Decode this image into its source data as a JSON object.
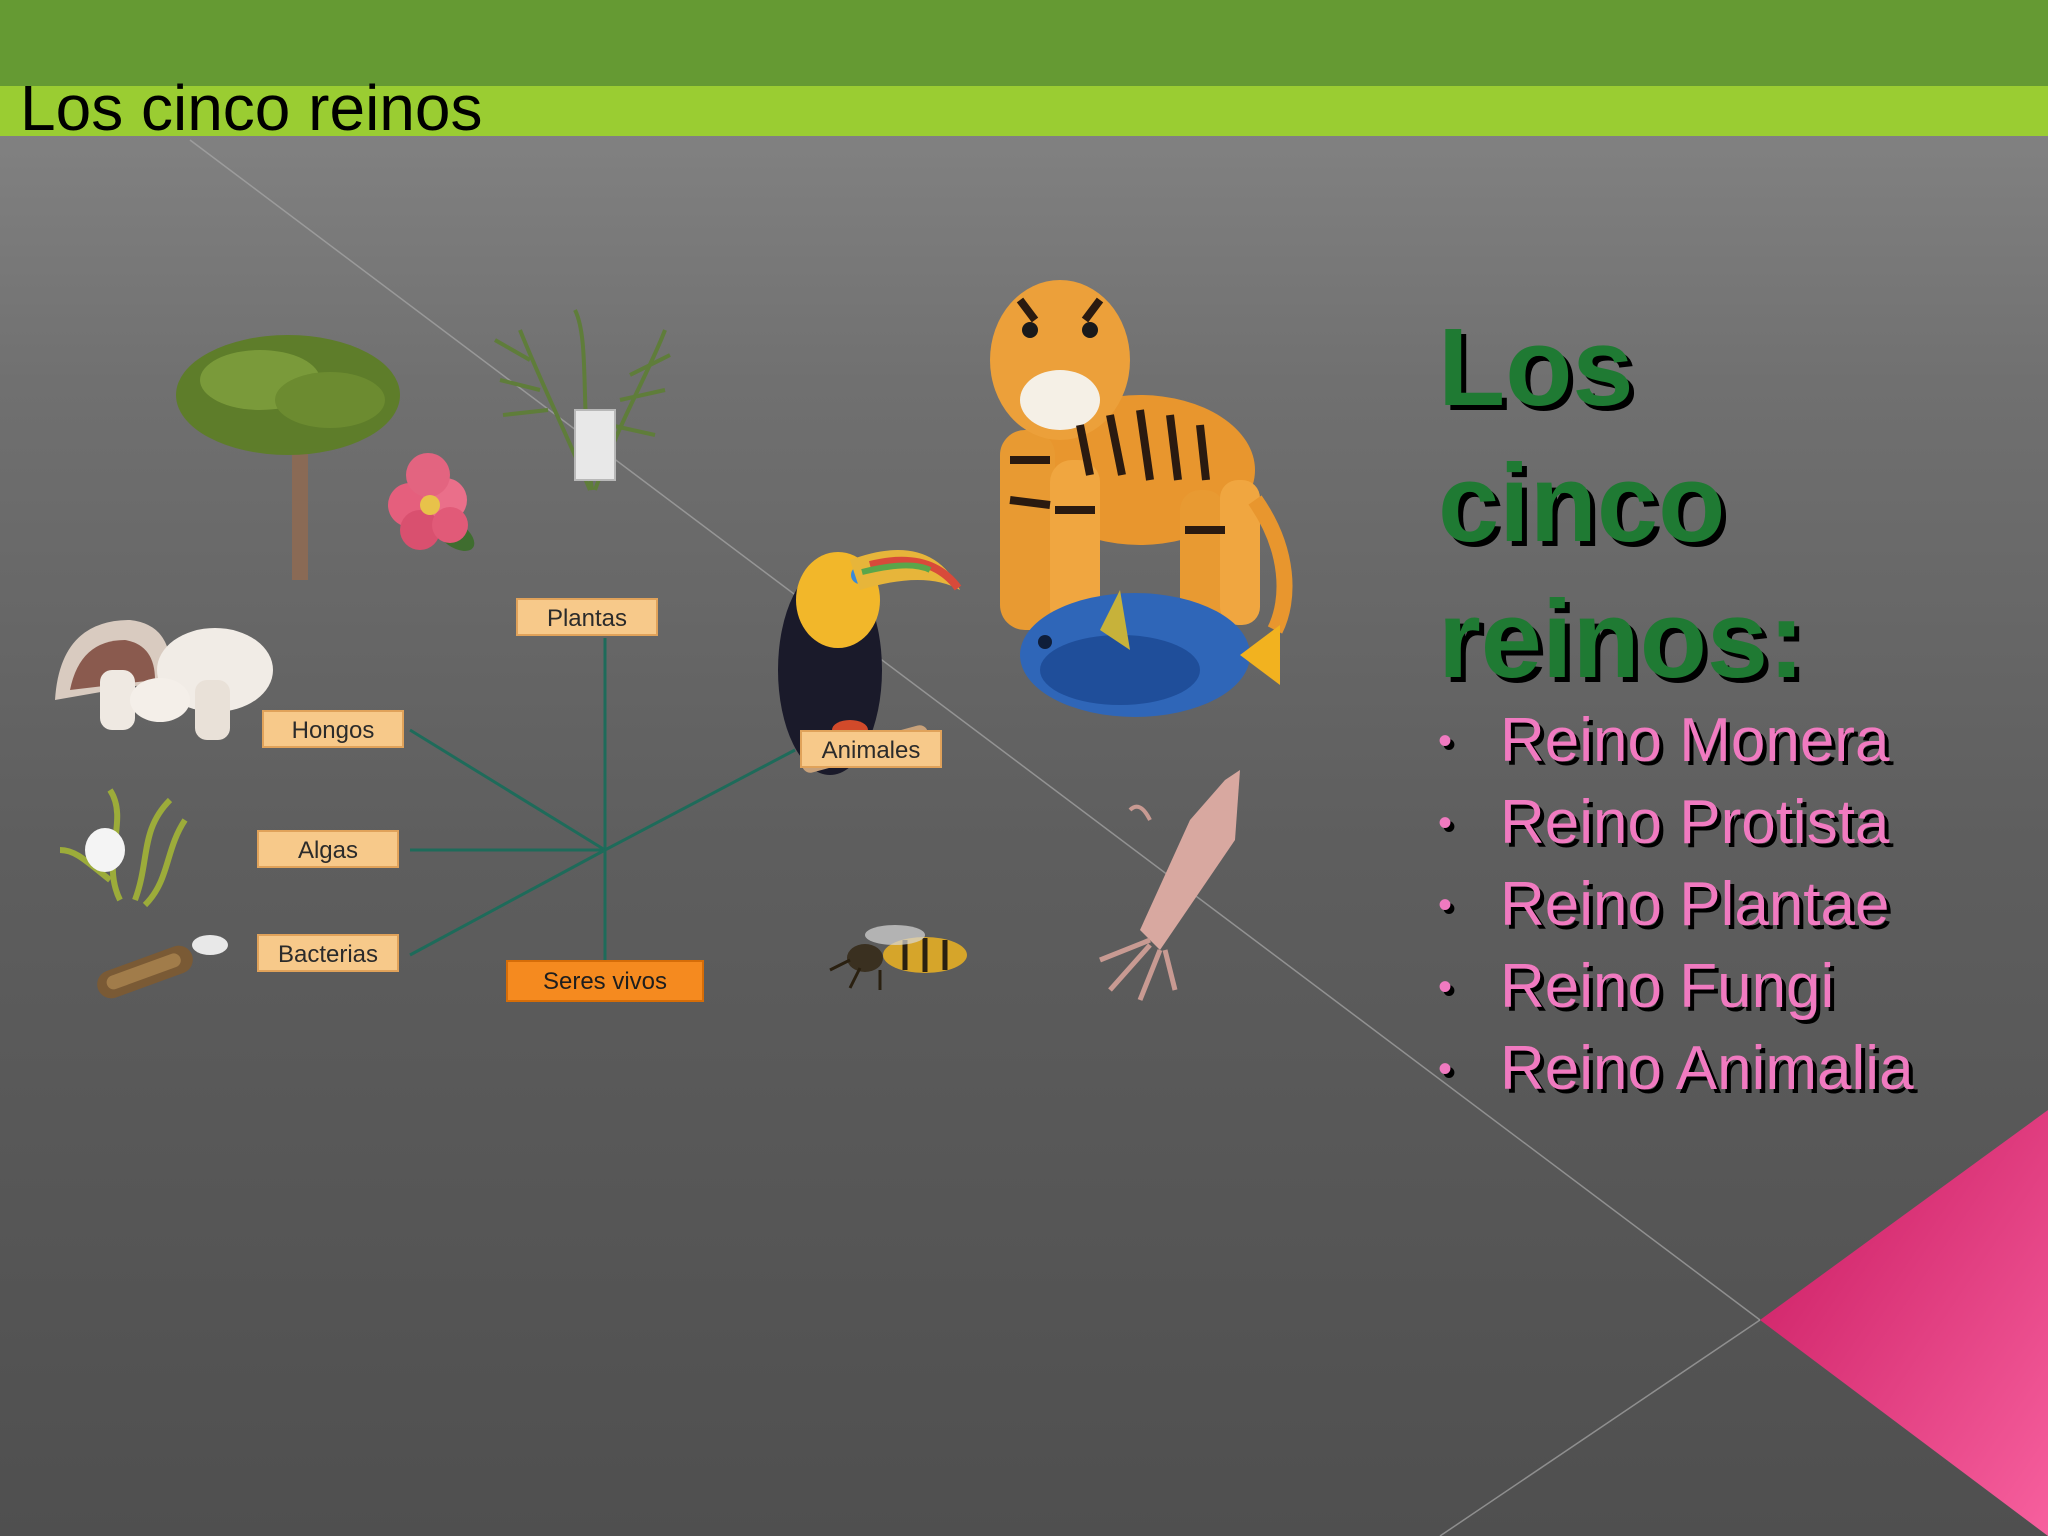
{
  "slide": {
    "title": "Los cinco reinos"
  },
  "diagram": {
    "root": "Seres vivos",
    "branches": [
      "Plantas",
      "Hongos",
      "Algas",
      "Bacterias",
      "Animales"
    ]
  },
  "heading": {
    "lines": [
      "Los",
      "cinco",
      "reinos:"
    ]
  },
  "kingdoms": {
    "bullet": "•",
    "items": [
      "Reino Monera",
      "Reino Protista",
      "Reino Plantae",
      "Reino Fungi",
      "Reino Animalia"
    ]
  },
  "illustrations": {
    "icons": [
      "tree-icon",
      "flower-icon",
      "fern-icon",
      "mushroom-icon",
      "seaweed-icon",
      "bacteria-icon",
      "toucan-icon",
      "tiger-icon",
      "fish-icon",
      "squid-icon",
      "wasp-icon"
    ]
  },
  "colors": {
    "top_band": "#659a33",
    "title_band": "#9acd32",
    "heading": "#1f7a33",
    "list_text": "#f07ac0",
    "accent_pink": "#e8287f",
    "label_fill": "#f7c98a",
    "root_fill": "#f58a1f",
    "branch_line": "#1e6b5a"
  }
}
